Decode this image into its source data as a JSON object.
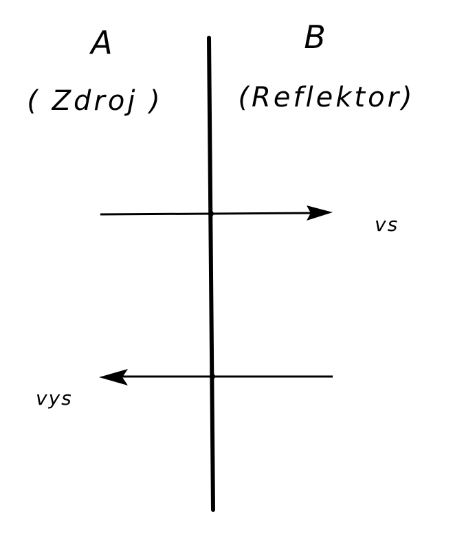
{
  "regions": {
    "a": {
      "letter": "A",
      "name": "( Zdroj )"
    },
    "b": {
      "letter": "B",
      "name": "(Reflektor)"
    }
  },
  "signals": {
    "outgoing": {
      "label": "vs",
      "direction": "right"
    },
    "returning": {
      "label": "vys",
      "direction": "left"
    }
  },
  "colors": {
    "ink": "#000000",
    "paper": "#ffffff"
  }
}
